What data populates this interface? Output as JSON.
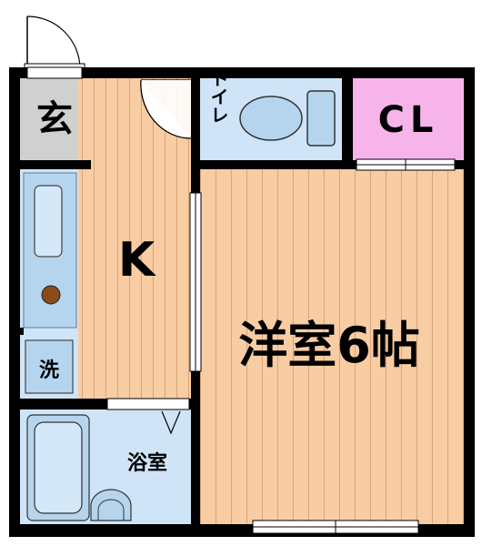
{
  "rooms": {
    "entrance": "玄",
    "kitchen": "K",
    "toilet": "トイレ",
    "closet": "CL",
    "western_room": "洋室6帖",
    "washer": "洗",
    "bathroom": "浴室"
  },
  "colors": {
    "wall": "#000000",
    "wood_floor": "#f9cda3",
    "wood_line": "#d8a67c",
    "water_area": "#cfe4f6",
    "fixture_blue": "#b5d5ef",
    "entrance_gray": "#d0d0d0",
    "closet_pink": "#f7b4ea"
  }
}
